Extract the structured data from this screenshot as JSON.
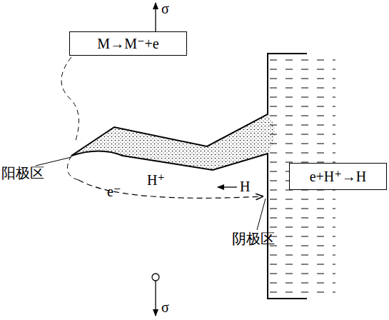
{
  "diagram": {
    "nodes": [
      {
        "text": [
          "M→M⁻+e"
        ]
      },
      {
        "text": [
          "e+H⁺→H"
        ]
      }
    ],
    "labels": [
      "σ",
      "阳极区",
      "H⁺",
      "H",
      "e⁻",
      "阴极区",
      "σ"
    ]
  }
}
